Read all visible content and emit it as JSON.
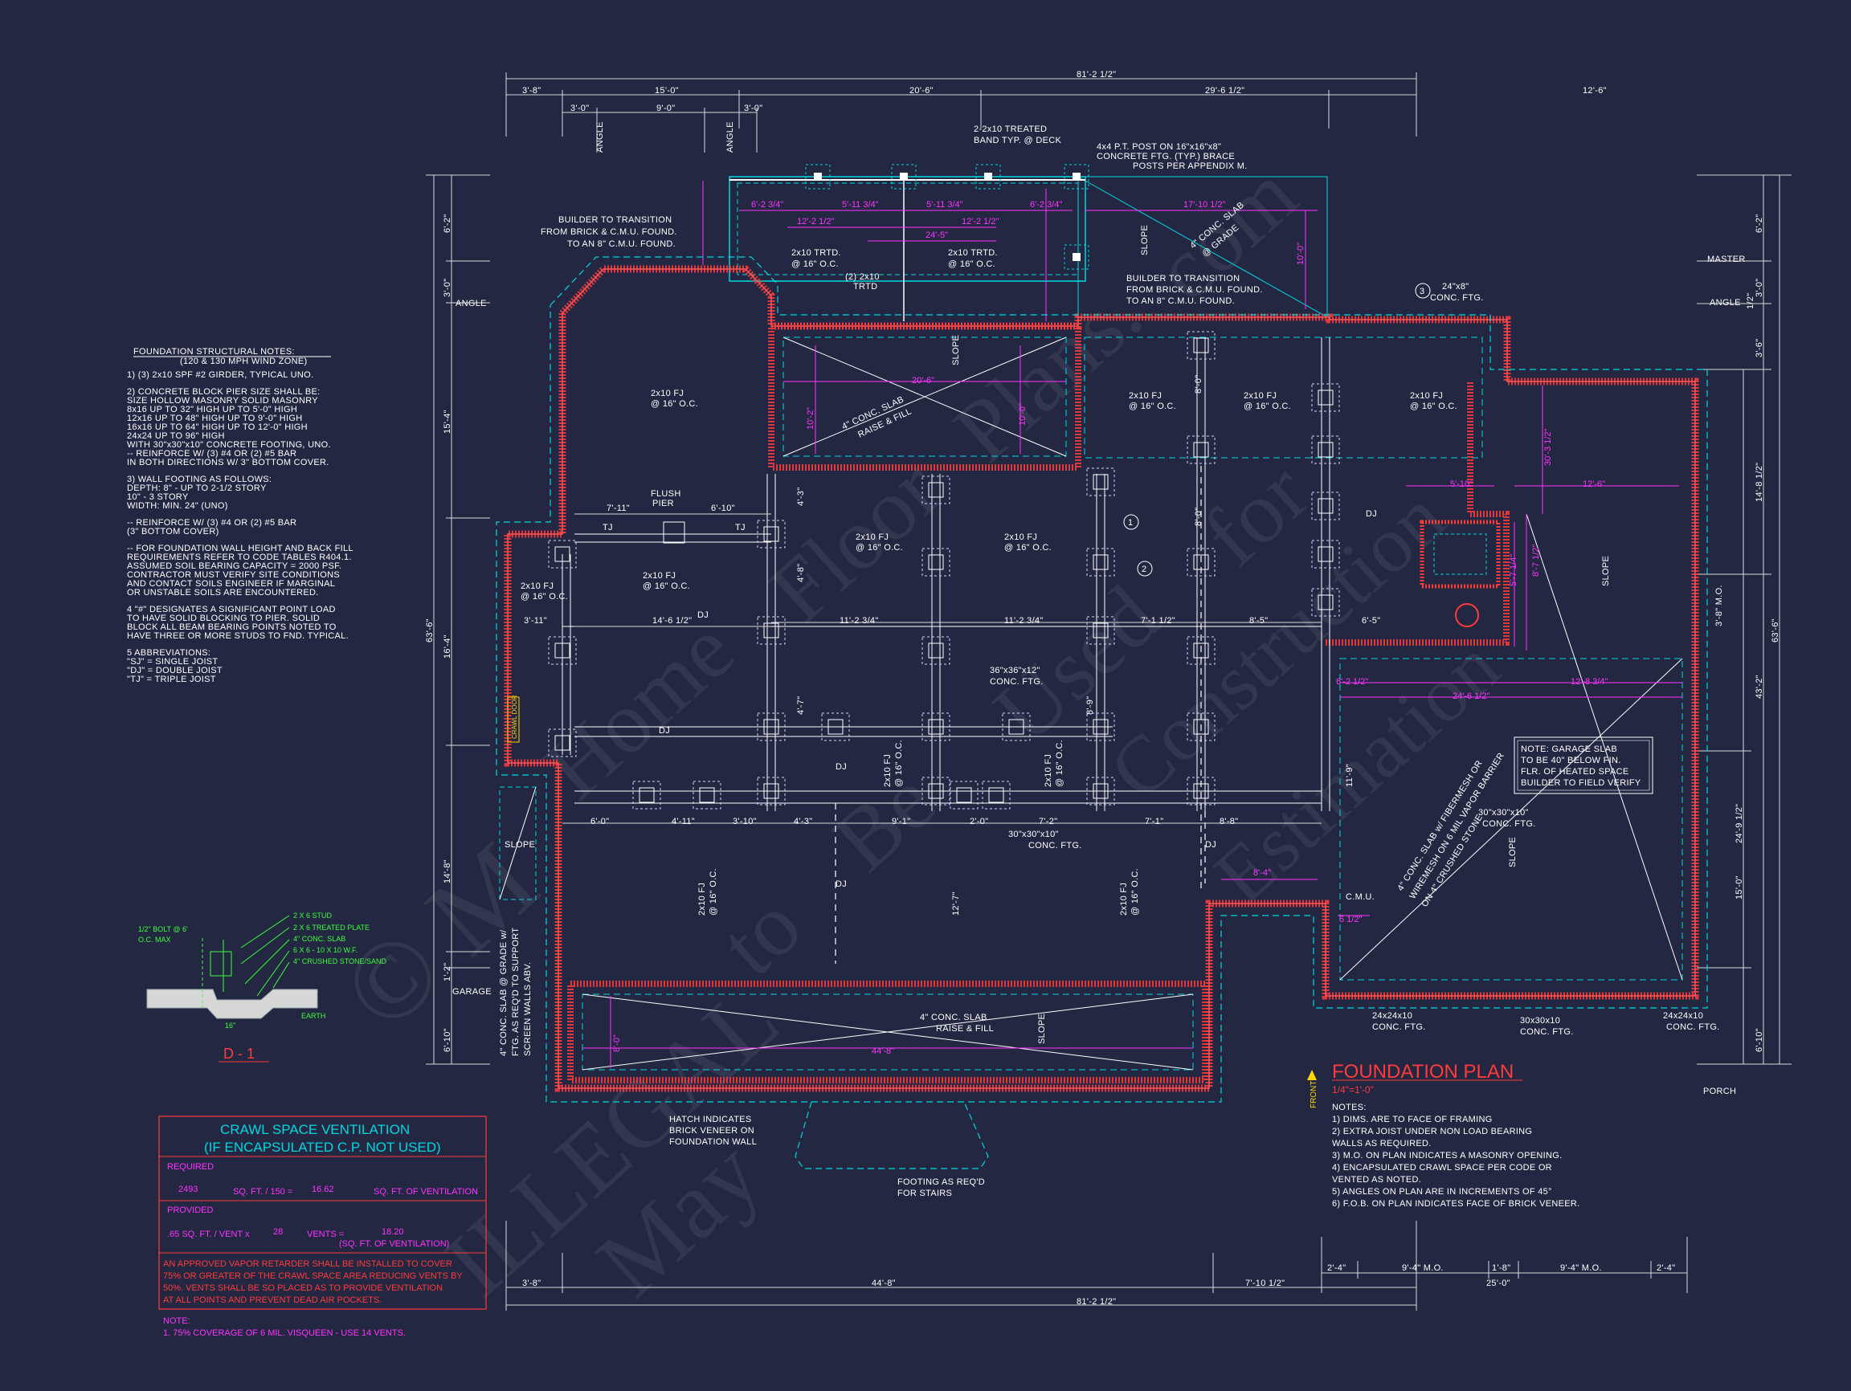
{
  "plan_title": "FOUNDATION PLAN",
  "plan_scale": "1/4\"=1'-0\"",
  "front_label": "FRONT",
  "watermark": [
    "© M",
    "ILLEGAL",
    "May",
    "Home",
    "Floor",
    "Plans.",
    "com",
    "to",
    "Be",
    "Used",
    "for",
    "Construction",
    "Estimation"
  ],
  "dims_top": {
    "overall": "81'-2 1/2\"",
    "segments": [
      "3'-8\"",
      "15'-0\"",
      "20'-6\"",
      "29'-6 1/2\"",
      "12'-6\""
    ],
    "sub": [
      "3'-0\"",
      "9'-0\"",
      "3'-0\""
    ],
    "angle_labels": [
      "ANGLE",
      "ANGLE"
    ]
  },
  "dims_bottom": {
    "overall": "81'-2 1/2\"",
    "segments": [
      "3'-8\"",
      "44'-8\"",
      "7'-10 1/2\"",
      "25'-0\""
    ],
    "sub": [
      "2'-4\"",
      "9'-4\" M.O.",
      "1'-8\"",
      "9'-4\" M.O.",
      "2'-4\""
    ]
  },
  "dims_left": {
    "overall": "63'-6\"",
    "segments": [
      "6'-2\"",
      "3'-0\"",
      "15'-4\"",
      "16'-4\"",
      "14'-8\"",
      "1'-2\"",
      "6'-10\""
    ],
    "labels": [
      "ANGLE",
      "GARAGE"
    ]
  },
  "dims_right": {
    "overall": "63'-6\"",
    "segments": [
      "6'-2\"",
      "3'-0\"",
      "3'-6\"",
      "14'-8 1/2\"",
      "43'-2\"",
      "24'-9 1/2\"",
      "15'-0\"",
      "6'-10\""
    ],
    "sub": [
      "3'-8\" M.O.",
      "1/2\""
    ],
    "labels": [
      "MASTER",
      "ANGLE",
      "PORCH"
    ]
  },
  "structural_notes": {
    "title": "FOUNDATION STRUCTURAL NOTES:",
    "subtitle": "(120 & 130 MPH WIND ZONE)",
    "lines": [
      "1)   (3) 2x10 SPF #2 GIRDER, TYPICAL UNO.",
      "2)   CONCRETE BLOCK PIER SIZE SHALL BE:",
      "       SIZE    HOLLOW MASONRY   SOLID MASONRY",
      "       8x16      UP TO 32\" HIGH     UP TO 5'-0\" HIGH",
      "       12x16     UP TO 48\" HIGH     UP TO 9'-0\" HIGH",
      "       16x16     UP TO 64\" HIGH     UP TO 12'-0\" HIGH",
      "       24x24     UP TO 96\" HIGH",
      "       WITH 30\"x30\"x10\" CONCRETE FOOTING, UNO.",
      "       -- REINFORCE W/ (3) #4 OR (2) #5 BAR",
      "       IN BOTH DIRECTIONS W/ 3\" BOTTOM COVER.",
      "3)   WALL FOOTING AS FOLLOWS:",
      "       DEPTH: 8\" - UP TO 2-1/2 STORY",
      "                 10\" - 3 STORY",
      "       WIDTH: MIN. 24\" (UNO)",
      "       -- REINFORCE W/ (3) #4 OR (2) #5 BAR",
      "       (3\" BOTTOM COVER)",
      "       -- FOR FOUNDATION WALL HEIGHT AND BACK FILL",
      "       REQUIREMENTS REFER TO CODE TABLES R404.1.",
      "       ASSUMED SOIL BEARING CAPACITY = 2000 PSF.",
      "       CONTRACTOR MUST VERIFY SITE CONDITIONS",
      "       AND CONTACT SOILS ENGINEER IF MARGINAL",
      "       OR UNSTABLE SOILS ARE ENCOUNTERED.",
      "4    \"#\" DESIGNATES A SIGNIFICANT POINT LOAD",
      "       TO HAVE SOLID BLOCKING TO PIER. SOLID",
      "       BLOCK ALL BEAM BEARING POINTS NOTED TO",
      "       HAVE THREE OR MORE STUDS TO FND. TYPICAL.",
      "5    ABBREVIATIONS:",
      "       \"SJ\" = SINGLE JOIST",
      "       \"DJ\" = DOUBLE JOIST",
      "       \"TJ\" = TRIPLE JOIST"
    ]
  },
  "detail": {
    "labels": [
      "2 X 6 STUD",
      "2 X 6 TREATED PLATE",
      "4\" CONC. SLAB",
      "6 X 6 - 10 X 10 W.F.",
      "4\" CRUSHED STONE/SAND",
      "EARTH"
    ],
    "bolt": [
      "1/2\" BOLT @ 6'",
      "O.C. MAX"
    ],
    "dim": "16\"",
    "tag": "D - 1"
  },
  "ventilation": {
    "title": "CRAWL SPACE VENTILATION",
    "subtitle": "(IF ENCAPSULATED C.P. NOT USED)",
    "required_label": "REQUIRED",
    "sqft": "2493",
    "sqft_div": "SQ. FT. / 150 =",
    "vent_area": "16.62",
    "vent_area_unit": "SQ. FT. OF VENTILATION",
    "provided_label": "PROVIDED",
    "per_vent": ".65 SQ. FT. / VENT x",
    "vents": "28",
    "vents_eq": "VENTS =",
    "provided_area": "18.20",
    "provided_unit": "(SQ. FT. OF VENTILATION)",
    "paragraph": [
      "AN APPROVED VAPOR RETARDER SHALL BE INSTALLED TO COVER",
      "75% OR GREATER OF THE CRAWL SPACE AREA REDUCING VENTS BY",
      "50%. VENTS SHALL BE SO PLACED AS TO PROVIDE VENTILATION",
      "AT ALL POINTS AND PREVENT DEAD AIR POCKETS."
    ],
    "note_title": "NOTE:",
    "note": "1.  75% COVERAGE OF 6 MIL. VISQUEEN - USE 14 VENTS."
  },
  "plan_notes": {
    "title": "NOTES:",
    "lines": [
      "1)  DIMS. ARE TO FACE OF FRAMING",
      "2) EXTRA JOIST UNDER NON LOAD BEARING",
      "     WALLS AS REQUIRED.",
      "3) M.O. ON PLAN INDICATES A MASONRY OPENING.",
      "4) ENCAPSULATED CRAWL SPACE PER CODE OR",
      "     VENTED AS NOTED.",
      "5) ANGLES ON PLAN ARE IN INCREMENTS OF 45°",
      "6) F.O.B. ON PLAN INDICATES FACE OF BRICK VENEER."
    ]
  },
  "garage_note": [
    "NOTE: GARAGE SLAB",
    "TO BE 40\" BELOW FIN.",
    "FLR. OF HEATED SPACE",
    "BUILDER TO FIELD VERIFY"
  ],
  "callouts": {
    "deck_band": [
      "2-2x10 TREATED",
      "BAND TYP. @ DECK"
    ],
    "post": [
      "4x4 P.T. POST ON 16\"x16\"x8\"",
      "CONCRETE FTG. (TYP.) BRACE",
      "POSTS PER APPENDIX M."
    ],
    "transition_left": [
      "BUILDER TO TRANSITION",
      "FROM BRICK & C.M.U. FOUND.",
      "TO AN 8\" C.M.U. FOUND."
    ],
    "transition_right": [
      "BUILDER TO TRANSITION",
      "FROM BRICK & C.M.U. FOUND.",
      "TO AN 8\" C.M.U. FOUND."
    ],
    "ftg_24x8": [
      "24\"x8\"",
      "CONC. FTG."
    ],
    "flush_pier": [
      "FLUSH",
      "PIER"
    ],
    "ftg_36": [
      "36\"x36\"x12\"",
      "CONC. FTG."
    ],
    "ftg_30a": [
      "30\"x30\"x10\"",
      "CONC. FTG."
    ],
    "ftg_30b": [
      "30\"x30\"x10\"",
      "CONC. FTG."
    ],
    "slab_deck": [
      "4\" CONC. SLAB",
      "@ GRADE"
    ],
    "slab_raise1": [
      "4\" CONC. SLAB",
      "RAISE & FILL"
    ],
    "slab_raise2": [
      "4\" CONC. SLAB",
      "RAISE & FILL"
    ],
    "slab_grade": [
      "4\" CONC. SLAB @ GRADE w/",
      "FTG. AS REQ'D TO SUPPORT",
      "SCREEN WALLS ABV."
    ],
    "slab_garage": [
      "4\" CONC. SLAB w/ FIBERMESH OR",
      "WIREMESH ON 6 MIL VAPOR BARRIER",
      "ON 4\" CRUSHED STONE"
    ],
    "hatch": [
      "HATCH INDICATES",
      "BRICK VENEER ON",
      "FOUNDATION WALL"
    ],
    "stairs": [
      "FOOTING AS REQ'D",
      "FOR STAIRS"
    ],
    "ftg_24a": [
      "24x24x10",
      "CONC. FTG."
    ],
    "ftg_30c": [
      "30x30x10",
      "CONC. FTG."
    ],
    "ftg_24b": [
      "24x24x10",
      "CONC. FTG."
    ],
    "crawl_door": "CRAWL DOOR",
    "cmu": "C.M.U.",
    "slope": "SLOPE"
  },
  "joists": [
    "2x10 TRTD.",
    "@ 16\" O.C.",
    "(2) 2x10",
    "TRTD",
    "2x10 FJ",
    "@ 16\" O.C."
  ],
  "magenta_dims": [
    "6'-2 3/4\"",
    "5'-11 3/4\"",
    "5'-11 3/4\"",
    "6'-2 3/4\"",
    "12'-2 1/2\"",
    "12'-2 1/2\"",
    "24'-5\"",
    "17'-10 1/2\"",
    "20'-6\"",
    "10'-2\"",
    "10'-0\"",
    "10'-0\"",
    "44'-8\"",
    "8'-0\"",
    "5'-10\"",
    "12'-6\"",
    "30'-3 1/2\"",
    "5'-7 1/4\"",
    "24'-6 1/2\"",
    "12'-8 3/4\"",
    "6'-2 1/2\"",
    "8'-4\"",
    "5 1/2\"",
    "8'-7 1/2\""
  ],
  "white_dims": [
    "7'-11\"",
    "6'-10\"",
    "14'-6 1/2\"",
    "11'-2 3/4\"",
    "11'-2 3/4\"",
    "7'-1 1/2\"",
    "8'-5\"",
    "6'-5\"",
    "3'-11\"",
    "6'-0\"",
    "4'-11\"",
    "3'-10\"",
    "4'-3\"",
    "9'-1\"",
    "2'-0\"",
    "7'-2\"",
    "7'-1\"",
    "8'-8\"",
    "12'-7\"",
    "11'-9\"",
    "8'-0\"",
    "8'-0\"",
    "4'-8\"",
    "4'-3\"",
    "4'-7\"",
    "8'-9\""
  ],
  "tags": [
    "DJ",
    "TJ",
    "1",
    "2",
    "3",
    "D-1"
  ]
}
